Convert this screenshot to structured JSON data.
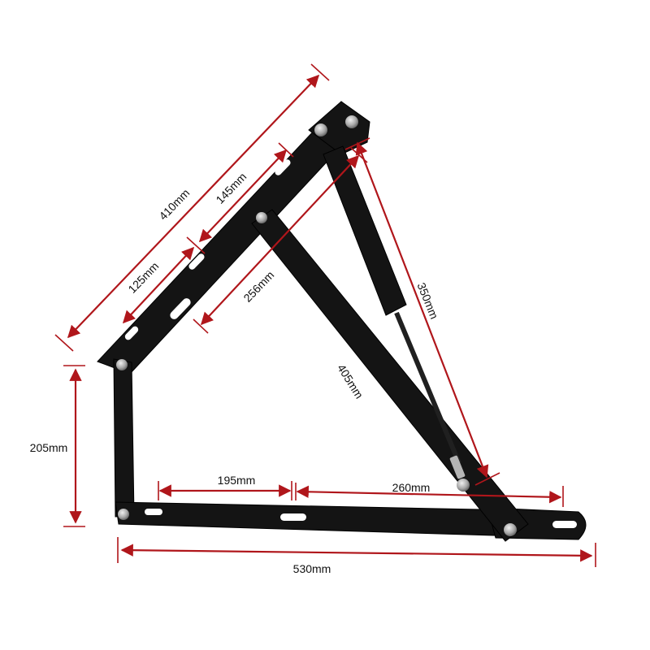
{
  "dimensions": {
    "top_arm_length": "410mm",
    "upper_slot_span": "145mm",
    "lower_slot_span": "125mm",
    "lift_arm_pivot": "256mm",
    "gas_spring": "350mm",
    "diagonal_arm": "405mm",
    "height": "205mm",
    "base_slot_span": "195mm",
    "base_pivot_span": "260mm",
    "overall_length": "530mm"
  },
  "colors": {
    "dimension_line": "#b0161b",
    "metal": "#141414",
    "fastener": "#9a9a9a"
  }
}
